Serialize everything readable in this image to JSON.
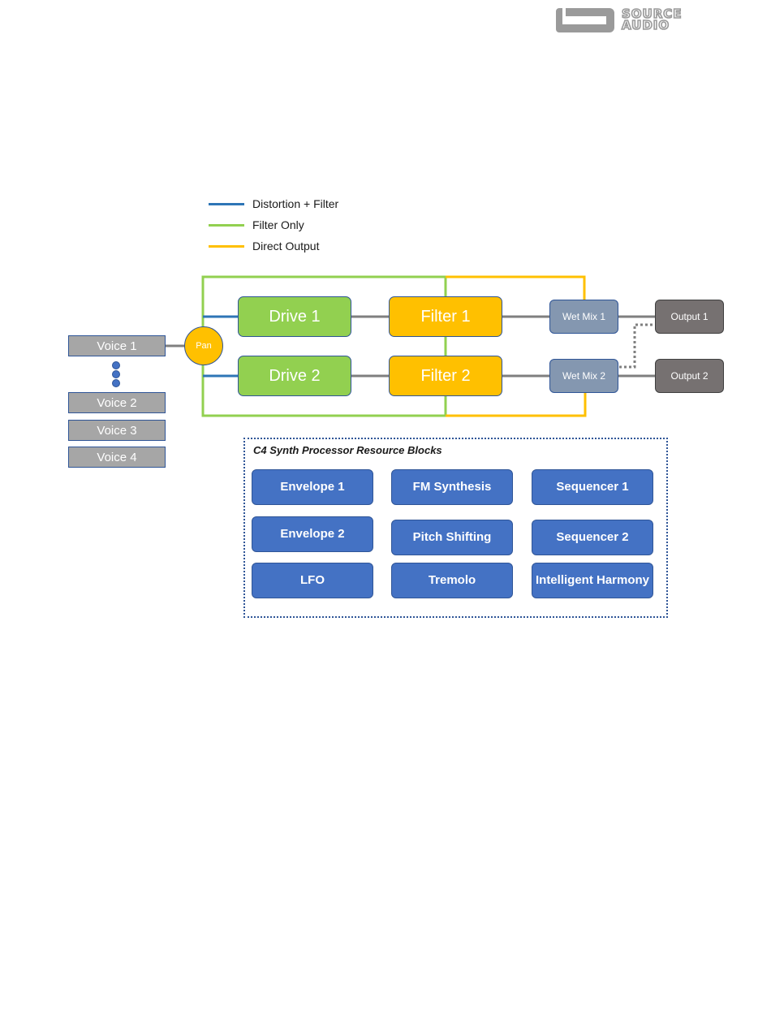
{
  "logo": {
    "line1": "SOURCE",
    "line2": "AUDIO",
    "color": "#9a9a9a"
  },
  "legend": [
    {
      "label": "Distortion + Filter",
      "color": "#2e75b6"
    },
    {
      "label": "Filter Only",
      "color": "#92d050"
    },
    {
      "label": "Direct Output",
      "color": "#ffc000"
    }
  ],
  "voices": [
    "Voice 1",
    "Voice 2",
    "Voice 3",
    "Voice 4"
  ],
  "pan": "Pan",
  "chains": [
    {
      "drive": "Drive 1",
      "filter": "Filter 1",
      "wet": "Wet Mix 1",
      "output": "Output 1"
    },
    {
      "drive": "Drive 2",
      "filter": "Filter 2",
      "wet": "Wet Mix 2",
      "output": "Output 2"
    }
  ],
  "resources": {
    "title": "C4 Synth Processor Resource Blocks",
    "blocks": [
      "Envelope 1",
      "FM Synthesis",
      "Sequencer 1",
      "Envelope 2",
      "Pitch Shifting",
      "Sequencer 2",
      "LFO",
      "Tremolo",
      "Intelligent Harmony"
    ]
  },
  "colors": {
    "drive": "#92d050",
    "filter": "#ffc000",
    "wet_mix": "#8497b0",
    "output": "#767171",
    "resource_block": "#4472c4",
    "voice": "#a6a6a6"
  }
}
